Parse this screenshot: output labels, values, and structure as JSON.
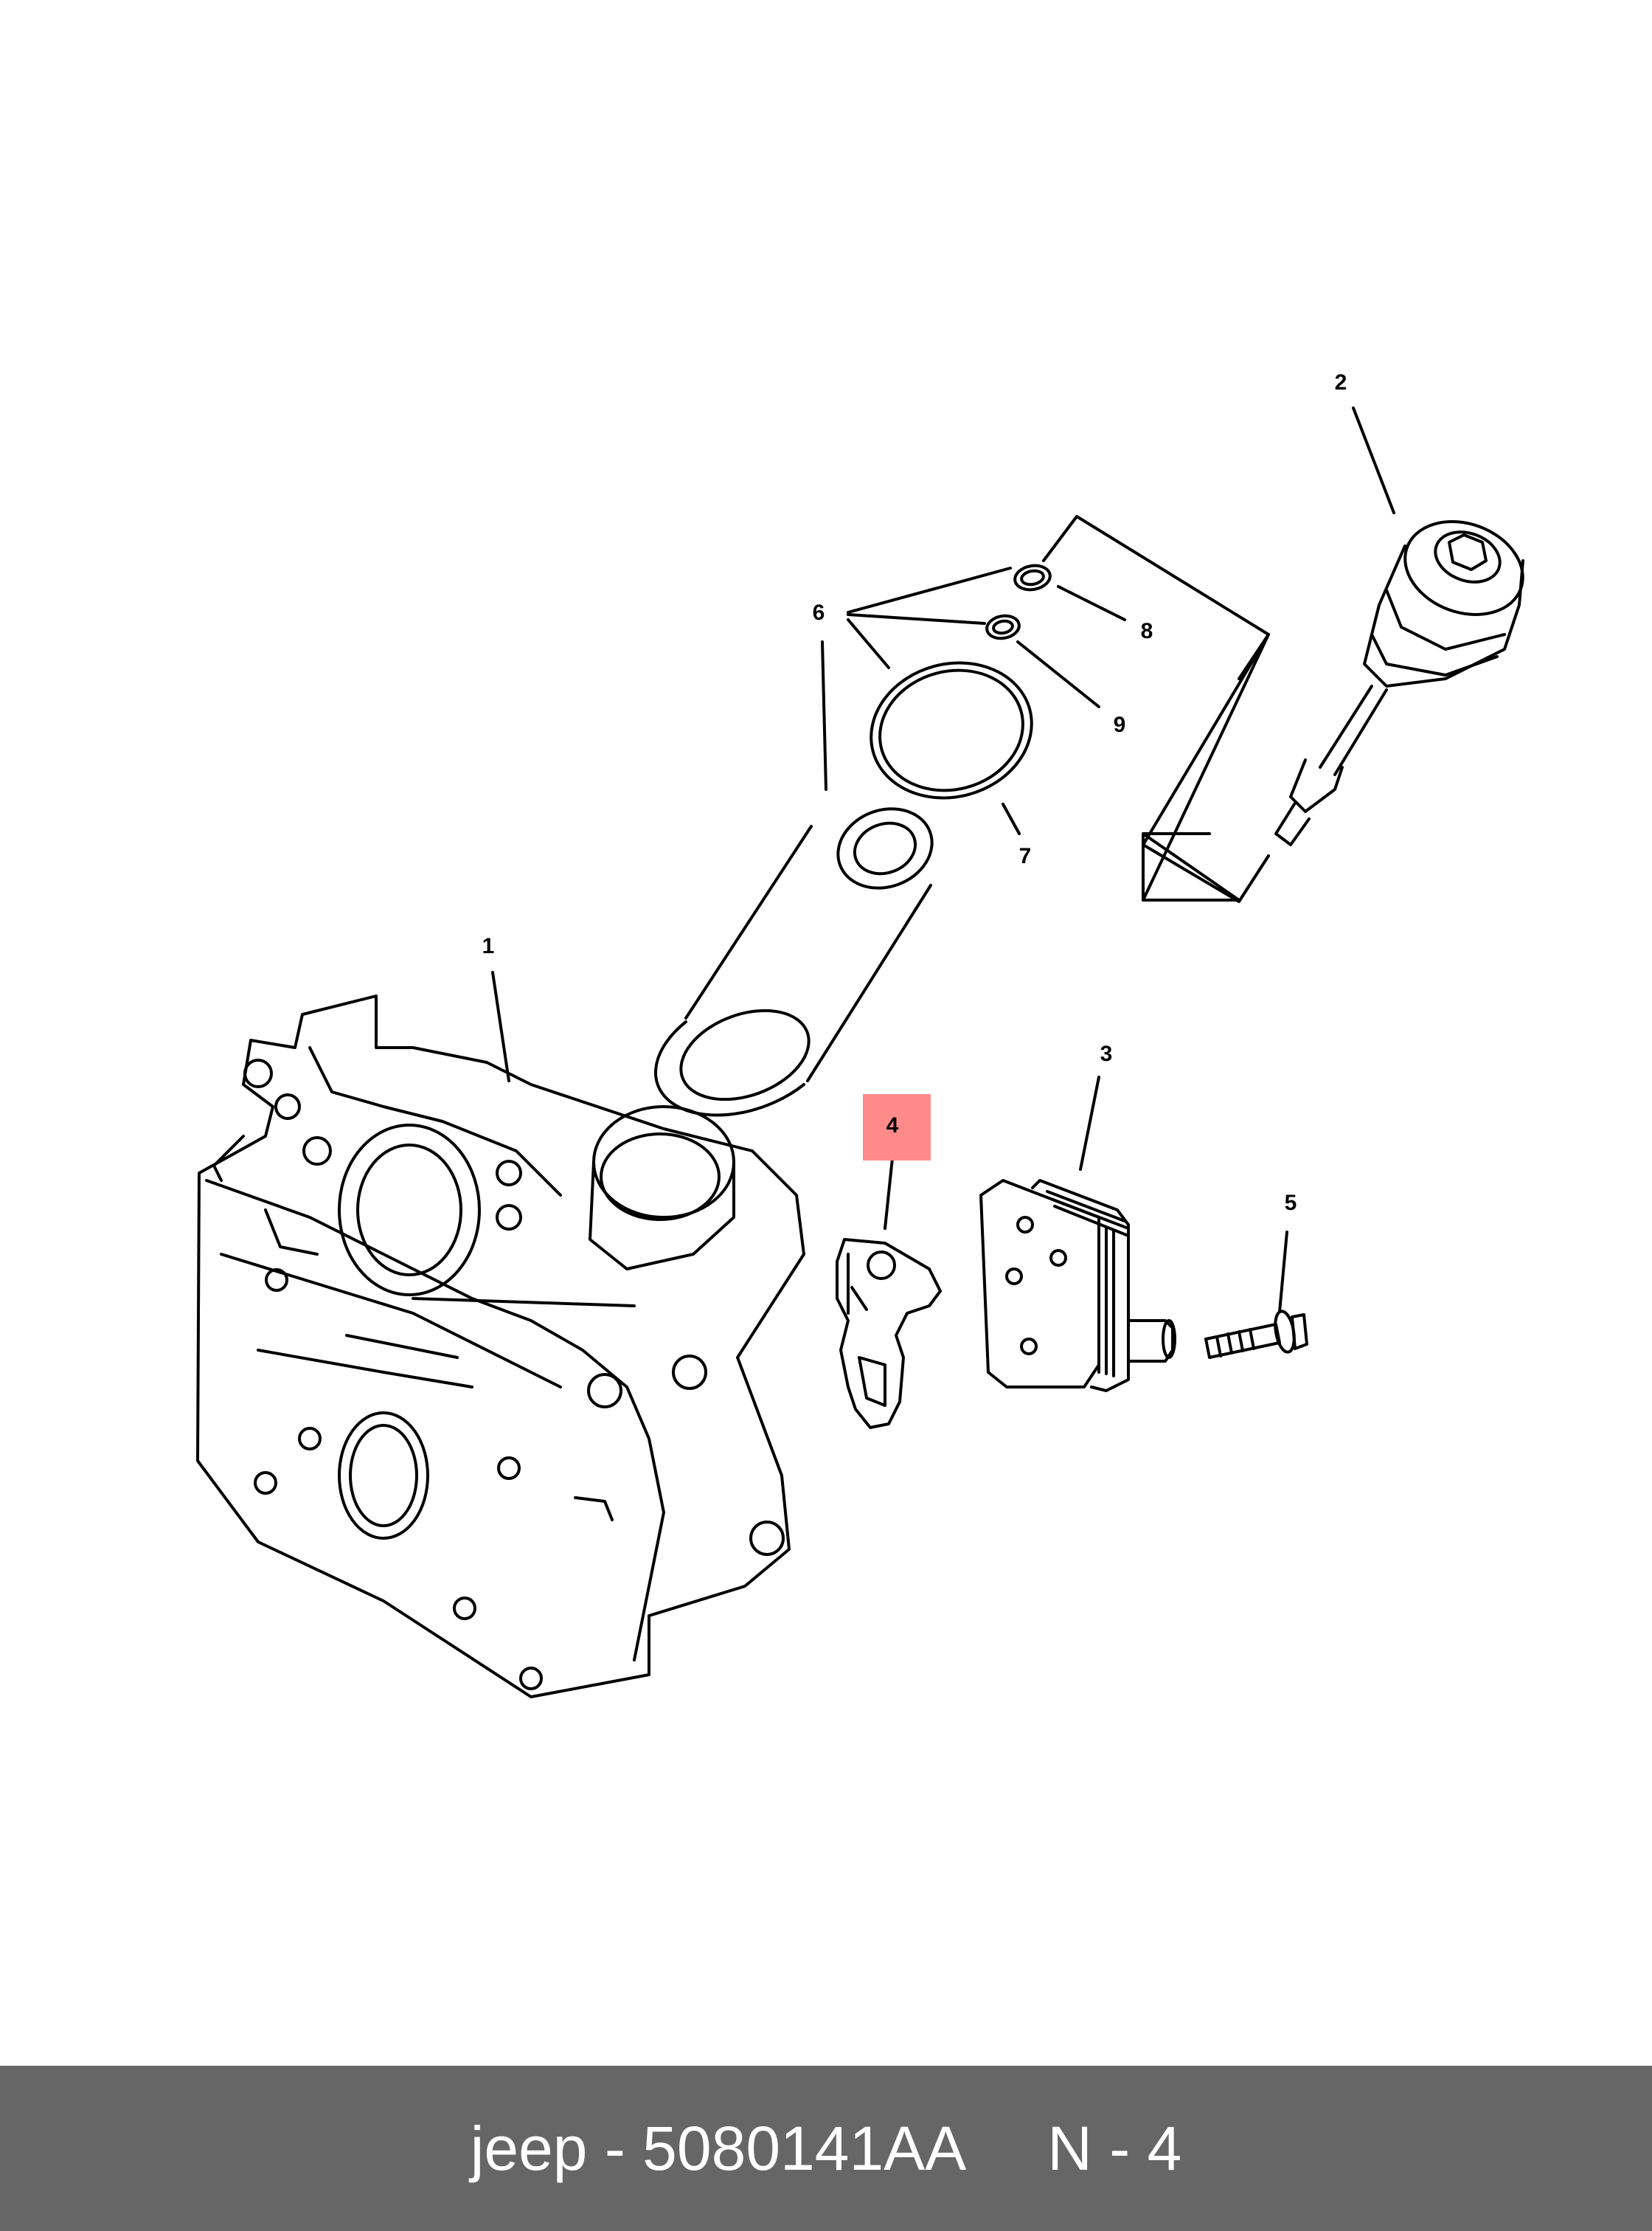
{
  "diagram": {
    "callouts": {
      "c1": "1",
      "c2": "2",
      "c3": "3",
      "c4": "4",
      "c5": "5",
      "c6": "6",
      "c7": "7",
      "c8": "8",
      "c9": "9"
    },
    "highlight_color": "#ff8a8a",
    "line_color": "#000000"
  },
  "footer": {
    "part_text": "jeep - 5080141AA",
    "ref_text": "N - 4",
    "background_color": "#666666",
    "text_color": "#ffffff"
  }
}
